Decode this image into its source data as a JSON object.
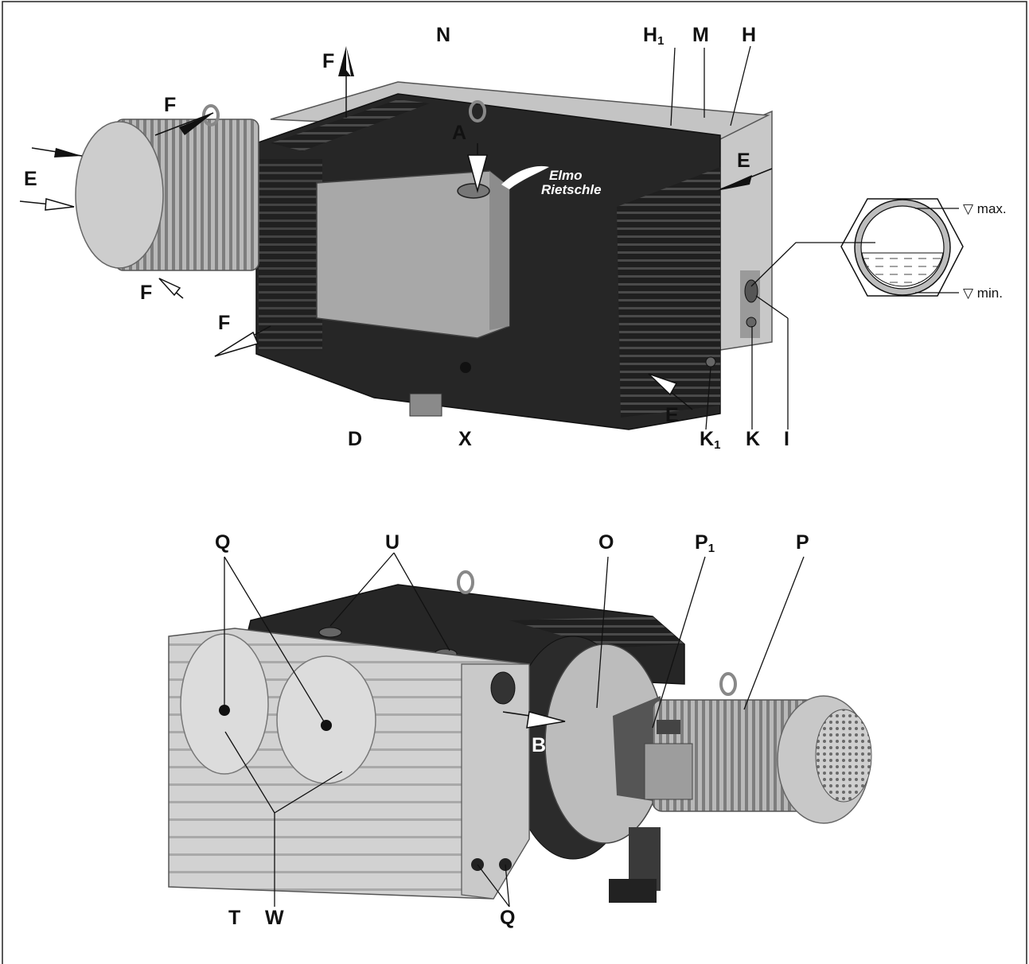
{
  "top_labels": {
    "N": "N",
    "H1": "H",
    "H1_sub": "1",
    "M": "M",
    "H": "H",
    "F_top": "F",
    "F_upper_left": "F",
    "F_lower_mid": "F",
    "F_lower_left": "F",
    "A": "A",
    "E_left": "E",
    "E_right": "E",
    "E_bottom": "E",
    "D": "D",
    "X": "X",
    "K1": "K",
    "K1_sub": "1",
    "K": "K",
    "I": "I"
  },
  "gauge": {
    "max_label": "▽ max.",
    "min_label": "▽ min."
  },
  "logo": {
    "line1": "Elmo",
    "line2": "Rietschle"
  },
  "bottom_labels": {
    "Q_top": "Q",
    "U": "U",
    "O": "O",
    "P1": "P",
    "P1_sub": "1",
    "P": "P",
    "B": "B",
    "T": "T",
    "W": "W",
    "Q_bottom": "Q"
  }
}
